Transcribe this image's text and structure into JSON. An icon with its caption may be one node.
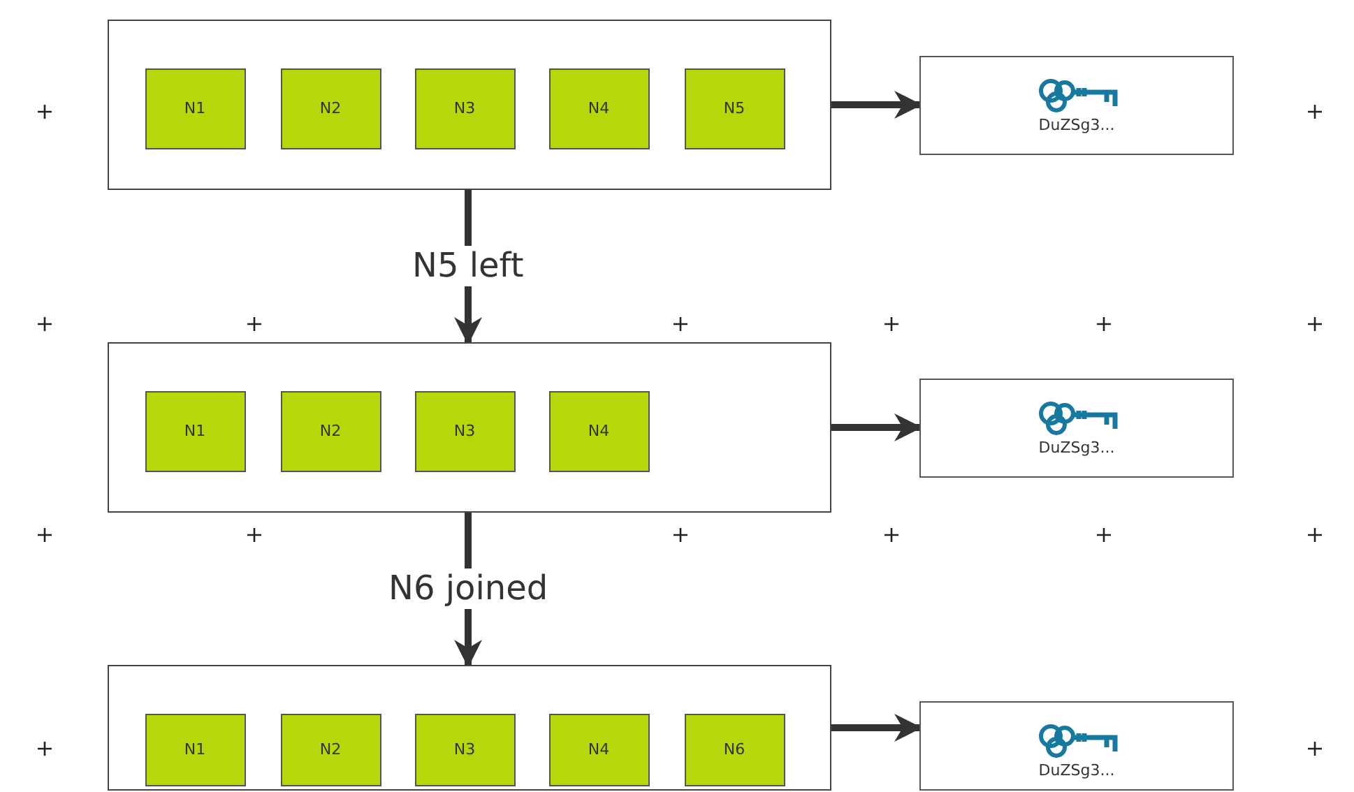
{
  "diagram": {
    "nodes": [
      {
        "text": [],
        "shape": "box"
      },
      {
        "text": [
          "N1"
        ],
        "in": 0
      },
      {
        "text": [
          "N2"
        ],
        "in": 0
      },
      {
        "text": [
          "N3"
        ],
        "in": 0
      },
      {
        "text": [
          "N4"
        ],
        "in": 0
      },
      {
        "text": [
          "N5"
        ],
        "in": 0
      },
      {
        "text": [
          "DuZSg3..."
        ]
      },
      {
        "text": [],
        "shape": "box"
      },
      {
        "text": [
          "N1"
        ],
        "in": 7
      },
      {
        "text": [
          "N2"
        ],
        "in": 7
      },
      {
        "text": [
          "N3"
        ],
        "in": 7
      },
      {
        "text": [
          "N4"
        ],
        "in": 7
      },
      {
        "text": [
          "DuZSg3..."
        ]
      },
      {
        "text": [],
        "shape": "box"
      },
      {
        "text": [
          "N1"
        ],
        "in": 13
      },
      {
        "text": [
          "N2"
        ],
        "in": 13
      },
      {
        "text": [
          "N3"
        ],
        "in": 13
      },
      {
        "text": [
          "N4"
        ],
        "in": 13
      },
      {
        "text": [
          "N6"
        ],
        "in": 13
      },
      {
        "text": [
          "DuZSg3..."
        ]
      }
    ],
    "edges": [
      {
        "from": 0,
        "to": 6,
        "arrow": "to"
      },
      {
        "from": 0,
        "to": 7,
        "arrow": "to",
        "label": "N5 left"
      },
      {
        "from": 7,
        "to": 12,
        "arrow": "to"
      },
      {
        "from": 7,
        "to": 13,
        "arrow": "to",
        "label": "N6 joined"
      },
      {
        "from": 13,
        "to": 19,
        "arrow": "to"
      }
    ]
  }
}
